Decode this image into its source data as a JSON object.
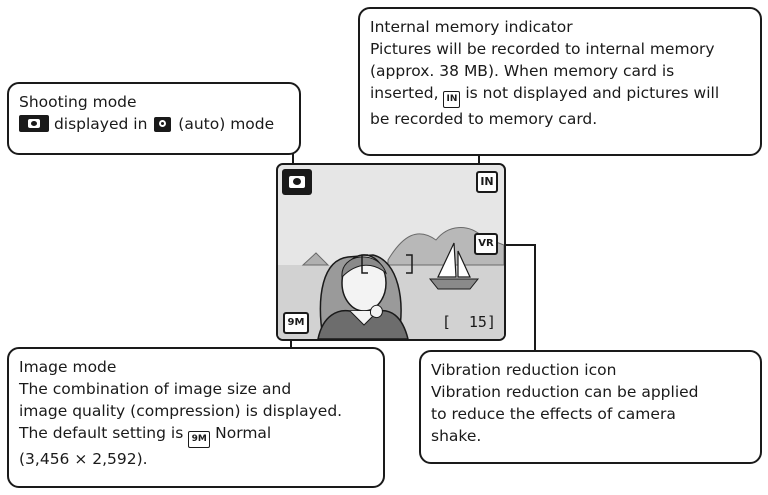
{
  "callouts": {
    "shooting_mode": {
      "title": "Shooting mode",
      "text_after_badge": "displayed in",
      "text_end": "(auto) mode"
    },
    "internal_memory": {
      "title": "Internal memory indicator",
      "line1": "Pictures will be recorded to internal memory",
      "line2": "(approx. 38 MB). When memory card is",
      "line3_pre": "inserted,",
      "line3_post": "is not displayed and pictures will",
      "line4": "be recorded to memory card."
    },
    "image_mode": {
      "title": "Image mode",
      "line1": "The combination of image size and",
      "line2": "image quality (compression) is displayed.",
      "line3_pre": "The default setting is",
      "line3_post": "Normal",
      "line4": "(3,456 × 2,592)."
    },
    "vibration_reduction": {
      "title": "Vibration reduction icon",
      "line1": "Vibration reduction can be applied",
      "line2": "to reduce the effects of camera",
      "line3": "shake."
    }
  },
  "screen": {
    "memory_icon_text": "IN",
    "vr_icon_text": "VR",
    "image_size_icon_text": "9M",
    "exposures_remaining": "[  15]"
  },
  "icons": {
    "shooting_badge": "camera-badge-icon",
    "auto_mode": "camera-icon",
    "internal_memory": "internal-memory-icon",
    "image_size": "image-size-9m-icon"
  }
}
